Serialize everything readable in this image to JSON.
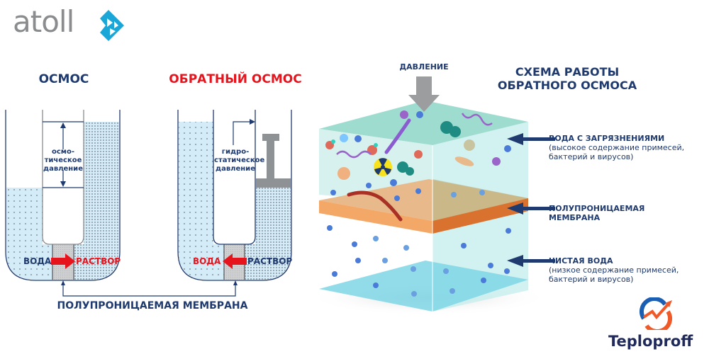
{
  "brand": {
    "logo_text": "atoll",
    "logo_icon": "atoll-diamond-icon",
    "color": "#1aa6d6"
  },
  "osmosis": {
    "title": "ОСМОС",
    "pressure_label_lines": [
      "осмо-",
      "тическое",
      "давление"
    ],
    "left_label": "ВОДА",
    "right_label": "РАСТВОР"
  },
  "reverse_osmosis": {
    "title": "ОБРАТНЫЙ ОСМОС",
    "pressure_label_lines": [
      "гидро-",
      "статическое",
      "давление"
    ],
    "left_label": "ВОДА",
    "right_label": "РАСТВОР"
  },
  "membrane_caption": "ПОЛУПРОНИЦАЕМАЯ МЕМБРАНА",
  "scheme": {
    "title_line1": "СХЕМА РАБОТЫ",
    "title_line2": "ОБРАТНОГО ОСМОСА",
    "pressure_label": "ДАВЛЕНИЕ",
    "callouts": [
      {
        "title": "ВОДА С ЗАГРЯЗНЕНИЯМИ",
        "sub": [
          "(высокое содержание примесей,",
          "бактерий и вирусов)"
        ]
      },
      {
        "title": "ПОЛУПРОНИЦАЕМАЯ",
        "sub": [
          "МЕМБРАНА"
        ]
      },
      {
        "title": "ЧИСТАЯ ВОДА",
        "sub": [
          "(низкое содержание примесей,",
          "бактерий и вирусов)"
        ]
      }
    ]
  },
  "footer_brand": {
    "name": "Teploproff",
    "icon": "teploproff-logo-icon"
  },
  "colors": {
    "navy": "#1f3a6e",
    "red": "#e5141d",
    "water": "#d3ecf8",
    "teal": "#aee3dc",
    "membrane": "#f0a260"
  }
}
